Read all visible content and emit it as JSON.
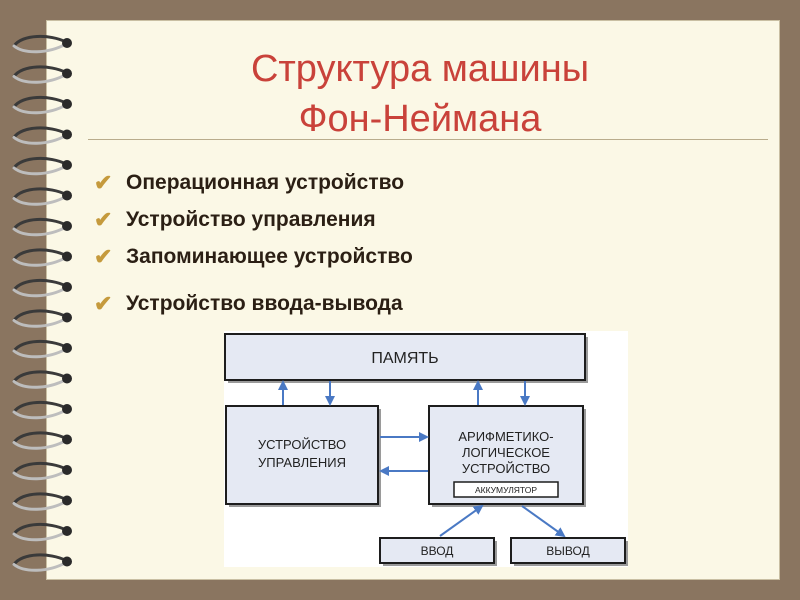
{
  "title": {
    "line1": "Структура машины",
    "line2": "Фон-Неймана"
  },
  "bullets": [
    "Операционная устройство",
    "Устройство управления",
    "Запоминающее устройство",
    "Устройство ввода-вывода"
  ],
  "diagram": {
    "memory": "ПАМЯТЬ",
    "control_line1": "УСТРОЙСТВО",
    "control_line2": "УПРАВЛЕНИЯ",
    "alu_line1": "АРИФМЕТИКО-",
    "alu_line2": "ЛОГИЧЕСКОЕ",
    "alu_line3": "УСТРОЙСТВО",
    "accumulator": "АККУМУЛЯТОР",
    "input": "ВВОД",
    "output": "ВЫВОД"
  },
  "colors": {
    "title": "#c9423a",
    "checkmark": "#c59a3c",
    "arrow": "#4a79c4",
    "box_fill": "#e5e9f3",
    "page": "#fbf8e6",
    "frame": "#8a7560"
  },
  "icons": {
    "bullet": "checkmark-icon",
    "binding": "spiral-ring-icon"
  }
}
